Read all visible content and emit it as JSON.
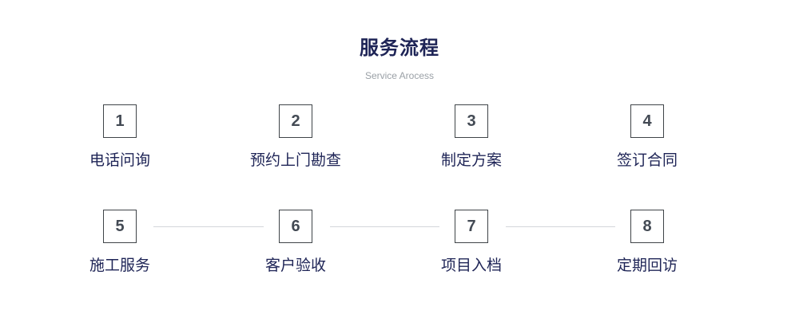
{
  "header": {
    "title": "服务流程",
    "subtitle": "Service Arocess"
  },
  "steps": [
    {
      "number": "1",
      "label": "电话问询"
    },
    {
      "number": "2",
      "label": "预约上门勘查"
    },
    {
      "number": "3",
      "label": "制定方案"
    },
    {
      "number": "4",
      "label": "签订合同"
    },
    {
      "number": "5",
      "label": "施工服务"
    },
    {
      "number": "6",
      "label": "客户验收"
    },
    {
      "number": "7",
      "label": "项目入档"
    },
    {
      "number": "8",
      "label": "定期回访"
    }
  ],
  "colors": {
    "title": "#1e2456",
    "subtitle": "#9aa0a6",
    "box_border": "#3f4448",
    "number": "#434a54",
    "label": "#1e2456",
    "connector": "#d3d6da"
  }
}
